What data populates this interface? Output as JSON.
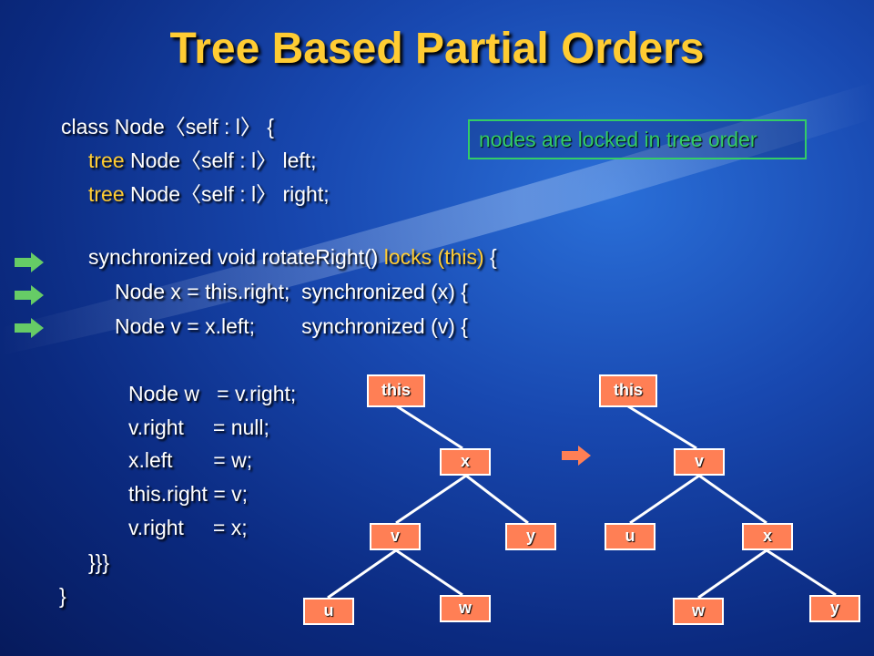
{
  "title": "Tree Based Partial Orders",
  "note": "nodes are locked in tree order",
  "code": {
    "line1": "class Node〈self : l〉 {",
    "line2_kw": "tree",
    "line2_rest": " Node〈self : l〉 left;",
    "line3_kw": "tree",
    "line3_rest": " Node〈self : l〉 right;",
    "line4_a": "synchronized void rotateRight() ",
    "line4_kw": "locks (this)",
    "line4_b": " {",
    "line5": "Node x = this.right;  synchronized (x) {",
    "line6": "Node v = x.left;        synchronized (v) {",
    "line7": "Node w   = v.right;",
    "line8": "v.right     = null;",
    "line9": "x.left       = w;",
    "line10": "this.right = v;",
    "line11": "v.right     = x;",
    "line12": "}}}",
    "line13": "}"
  },
  "tree_before": {
    "root": "this",
    "x": "x",
    "v": "v",
    "y": "y",
    "u": "u",
    "w": "w"
  },
  "tree_after": {
    "root": "this",
    "v": "v",
    "u": "u",
    "x": "x",
    "w": "w",
    "y": "y"
  },
  "colors": {
    "title": "#ffcc33",
    "keyword": "#ffcc33",
    "note": "#33cc66",
    "green_arrow": "#66cc66",
    "orange_arrow": "#ff7f55",
    "node_fill": "#ff7f55"
  }
}
